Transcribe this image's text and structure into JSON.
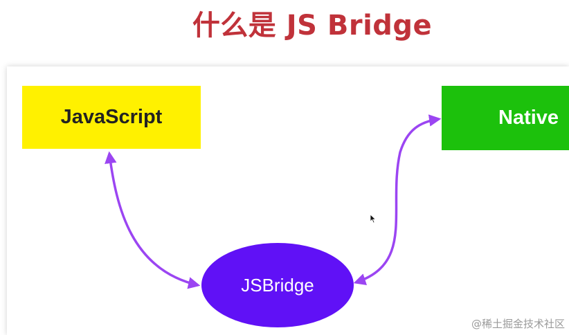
{
  "title": "什么是 JS Bridge",
  "nodes": {
    "javascript": {
      "label": "JavaScript",
      "color": "#fff100"
    },
    "native": {
      "label": "Native",
      "color": "#1cc10c"
    },
    "jsbridge": {
      "label": "JSBridge",
      "color": "#6011f6"
    }
  },
  "edges": [
    {
      "from": "javascript",
      "to": "jsbridge",
      "bidirectional": true
    },
    {
      "from": "jsbridge",
      "to": "native",
      "bidirectional": true
    }
  ],
  "arrow_color": "#9b45f2",
  "watermark": "@稀土掘金技术社区"
}
